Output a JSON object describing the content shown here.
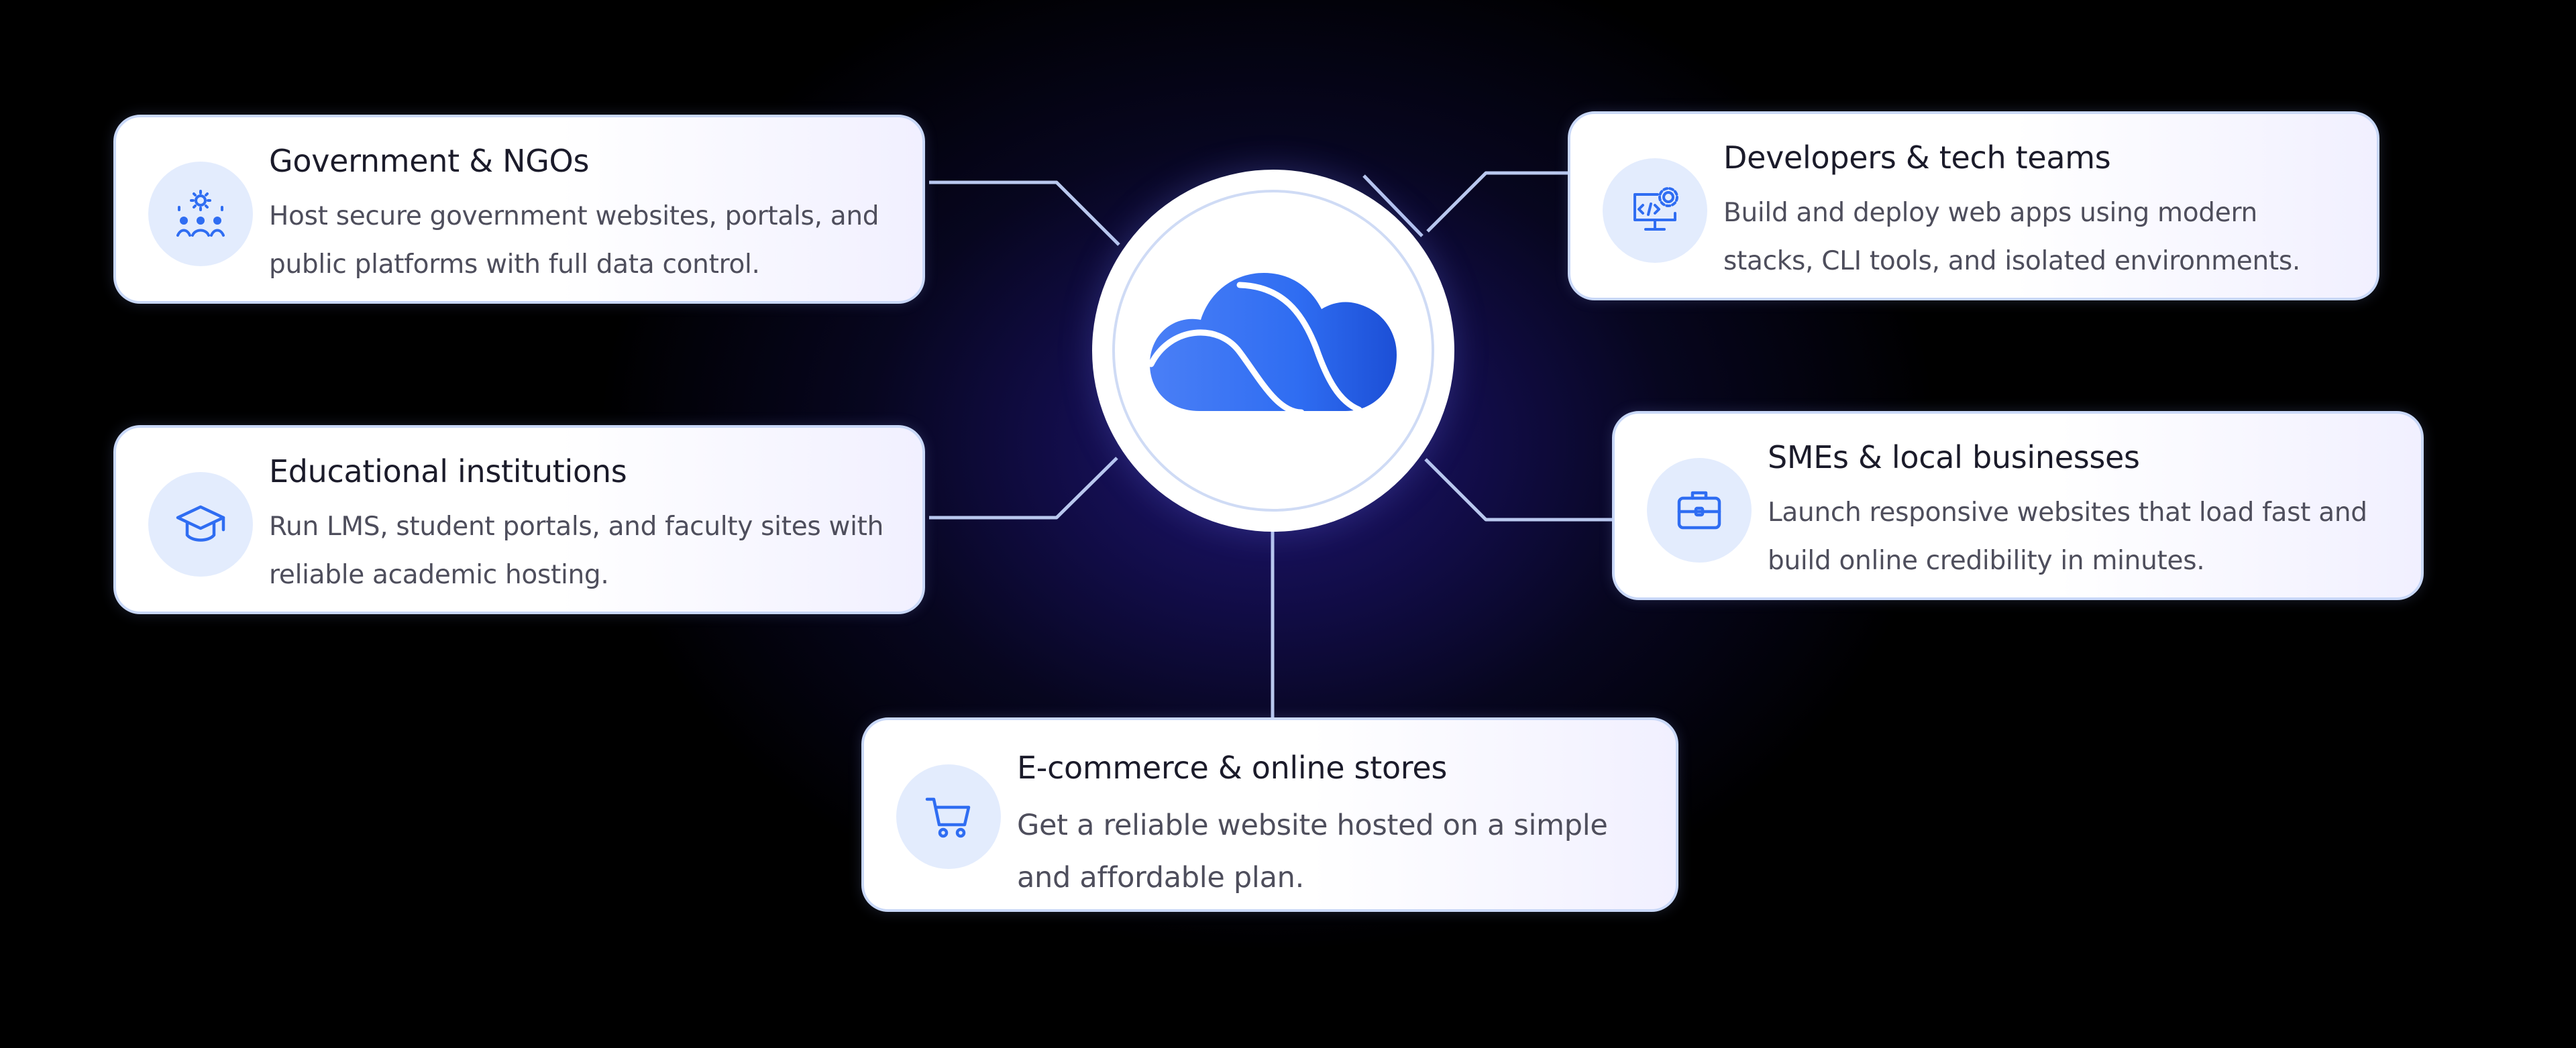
{
  "hub": {
    "logo_icon": "cloud-logo-icon",
    "accent_color": "#2f6df2"
  },
  "cards": {
    "government": {
      "icon": "people-gear-icon",
      "title": "Government & NGOs",
      "description": "Host secure government websites, portals, and public platforms with full data control."
    },
    "education": {
      "icon": "graduation-cap-icon",
      "title": "Educational institutions",
      "description": "Run LMS, student portals, and faculty sites with reliable academic hosting."
    },
    "developers": {
      "icon": "monitor-code-gear-icon",
      "title": "Developers & tech teams",
      "description": "Build and deploy web apps using modern stacks, CLI tools, and isolated environments."
    },
    "smes": {
      "icon": "briefcase-icon",
      "title": "SMEs & local businesses",
      "description": "Launch responsive websites that load fast and build online credibility in minutes."
    },
    "ecommerce": {
      "icon": "shopping-cart-icon",
      "title": "E-commerce & online stores",
      "description": "Get a reliable website hosted on a simple and affordable plan."
    }
  },
  "colors": {
    "card_border": "#c9d8f8",
    "icon_background": "#e3ecfd",
    "icon_stroke": "#2f6df2",
    "connector_line": "#b9c8ee",
    "title_text": "#1b1b2a",
    "description_text": "#4e4e5c"
  }
}
